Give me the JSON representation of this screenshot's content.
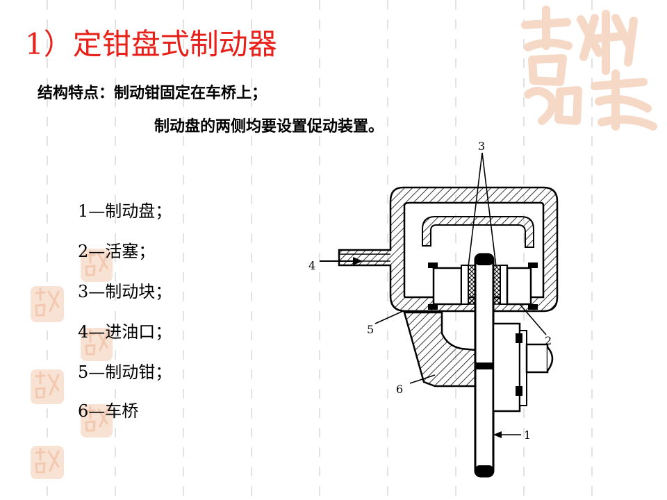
{
  "slide": {
    "title": "1）定钳盘式制动器",
    "features": [
      "结构特点：制动钳固定在车桥上；",
      "制动盘的两侧均要设置促动装置。"
    ],
    "legend": [
      "1—制动盘；",
      "2—活塞；",
      "3—制动块；",
      "4—进油口；",
      "5—制动钳；",
      "6—车桥"
    ],
    "colors": {
      "title": "#e8201a",
      "seal": "#f6d8c6",
      "gridline": "#e3e3e3"
    },
    "decorations": {
      "seal_icon": "auspicious-seal-icon"
    }
  },
  "diagram": {
    "callouts": [
      "1",
      "2",
      "3",
      "4",
      "5",
      "6"
    ]
  }
}
